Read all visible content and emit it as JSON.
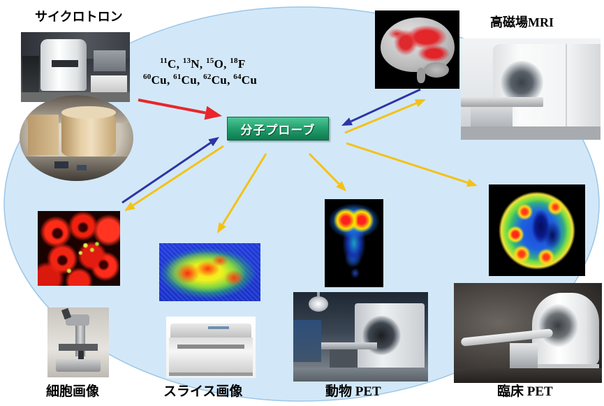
{
  "labels": {
    "cyclotron": "サイクロトロン",
    "mri": "高磁場MRI",
    "probe": "分子プローブ",
    "cell": "細胞画像",
    "slice": "スライス画像",
    "animal_pet": "動物 PET",
    "clinical_pet": "臨床 PET"
  },
  "isotopes": {
    "separator": ", ",
    "line1": [
      {
        "mass": "11",
        "element": "C"
      },
      {
        "mass": "13",
        "element": "N"
      },
      {
        "mass": "15",
        "element": "O"
      },
      {
        "mass": "18",
        "element": "F"
      }
    ],
    "line2": [
      {
        "mass": "60",
        "element": "Cu"
      },
      {
        "mass": "61",
        "element": "Cu"
      },
      {
        "mass": "62",
        "element": "Cu"
      },
      {
        "mass": "64",
        "element": "Cu"
      }
    ]
  },
  "colors": {
    "background_ellipse": "#d2e8f8",
    "probe_box": "#1f9b68",
    "arrow_red": "#e8262b",
    "arrow_blue": "#2d35a5",
    "arrow_yellow": "#f4c117"
  }
}
